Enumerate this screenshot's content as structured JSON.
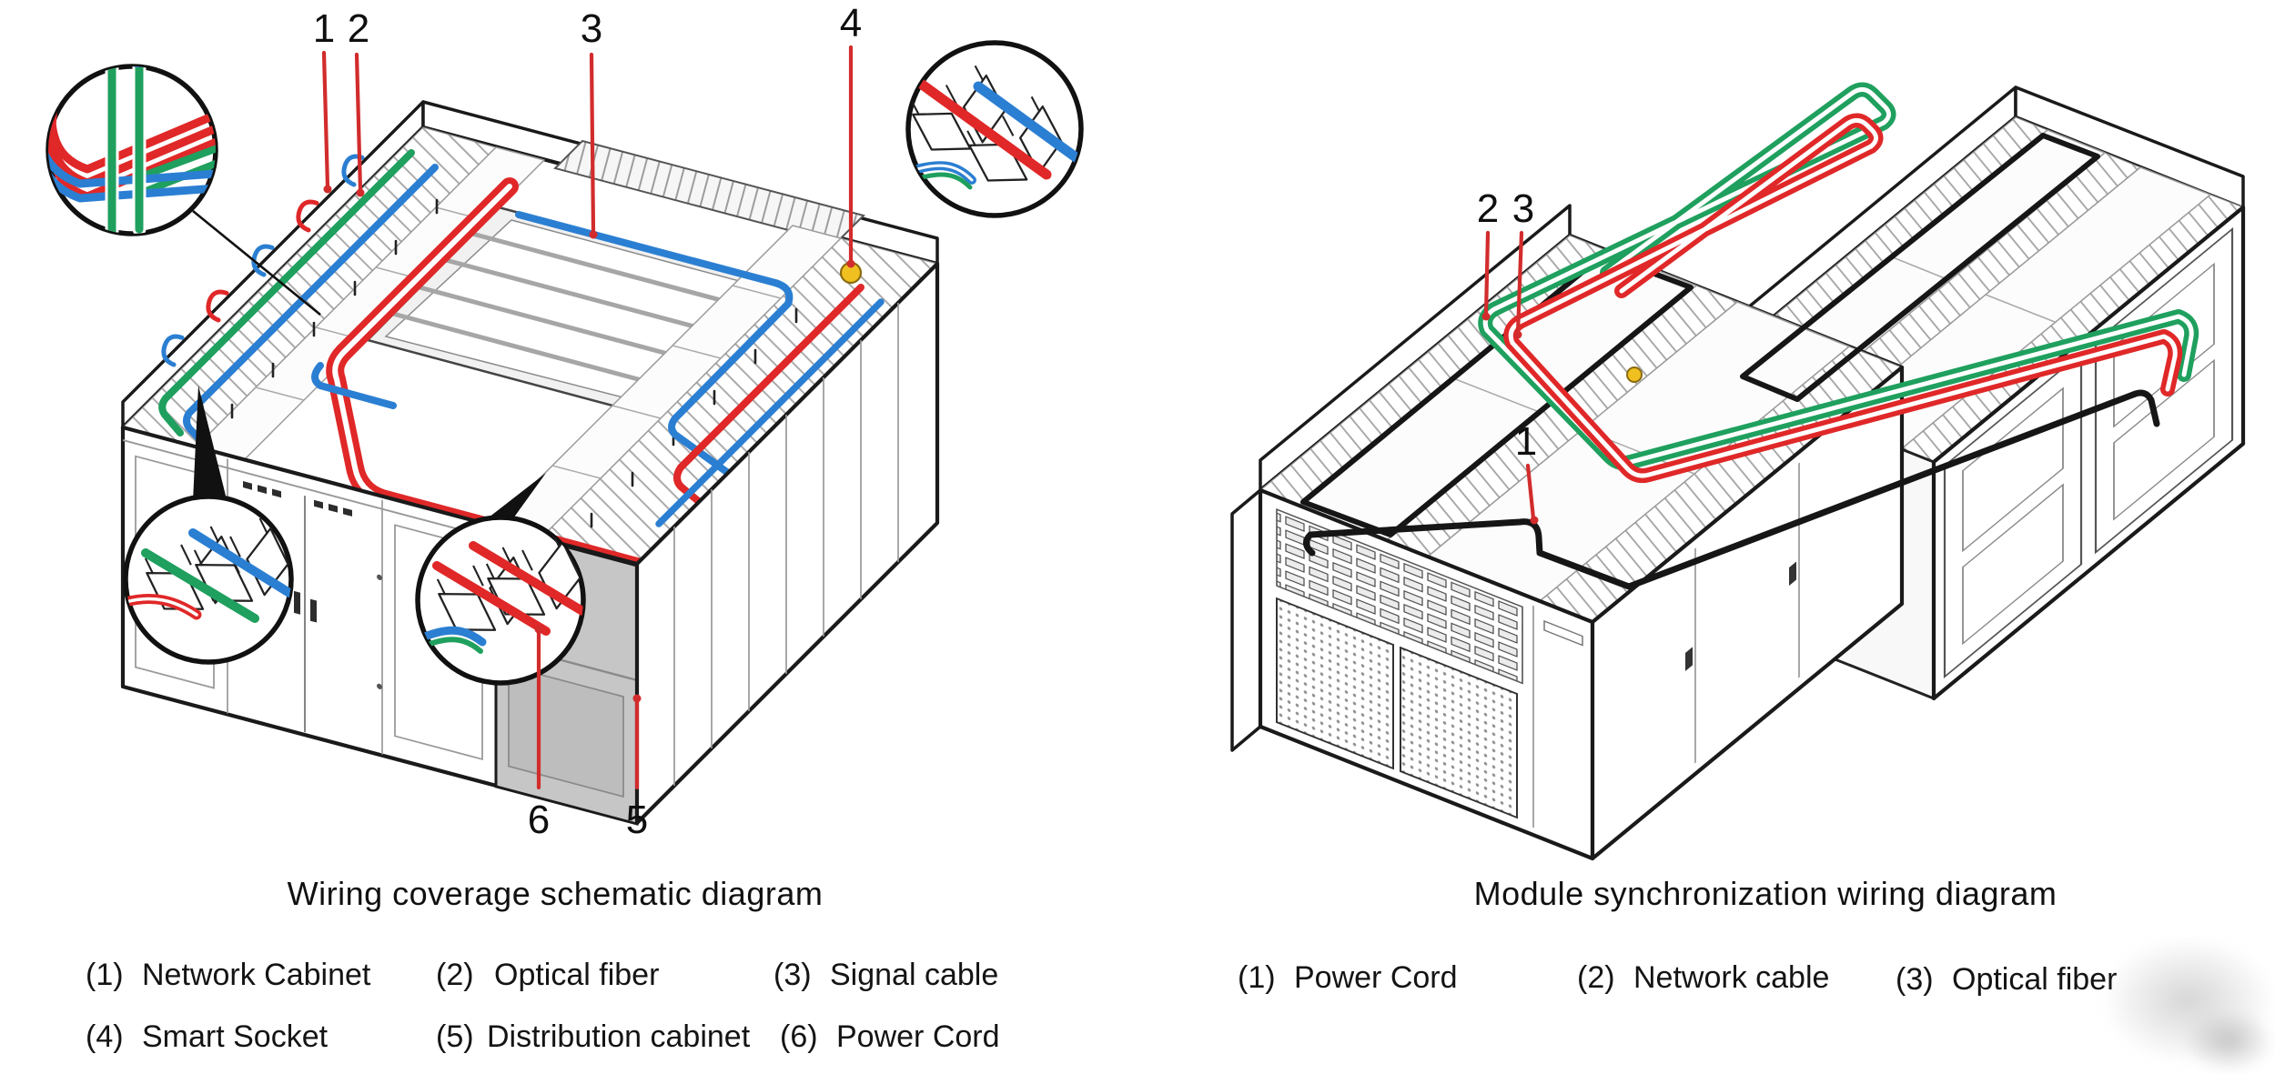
{
  "page": {
    "background": "#ffffff"
  },
  "colors": {
    "outline_black": "#1a1a1a",
    "leader_red": "#d22c2c",
    "power_cord_red": "#e02828",
    "optical_fiber_green": "#1fa05e",
    "signal_cable_blue": "#2b7fd2",
    "network_cable_black": "#161616",
    "smart_socket_yellow": "#f0c020",
    "distribution_cabinet_gray": "#c6c6c6"
  },
  "left_figure": {
    "caption": "Wiring coverage schematic diagram",
    "callout_numbers": {
      "n1": "1",
      "n2": "2",
      "n3": "3",
      "n4": "4",
      "n5": "5",
      "n6": "6"
    },
    "legend_rows": [
      [
        {
          "num": "(1)",
          "label": "Network Cabinet"
        },
        {
          "num": "(2)",
          "label": "Optical fiber"
        },
        {
          "num": "(3)",
          "label": "Signal cable"
        }
      ],
      [
        {
          "num": "(4)",
          "label": "Smart Socket"
        },
        {
          "num": "(5)",
          "label": "Distribution cabinet"
        },
        {
          "num": "(6)",
          "label": "Power Cord"
        }
      ]
    ]
  },
  "right_figure": {
    "caption": "Module synchronization wiring diagram",
    "callout_numbers": {
      "n1": "1",
      "n2": "2",
      "n3": "3"
    },
    "legend_rows": [
      [
        {
          "num": "(1)",
          "label": "Power Cord"
        },
        {
          "num": "(2)",
          "label": "Network cable"
        },
        {
          "num": "(3)",
          "label": "Optical fiber"
        }
      ]
    ]
  }
}
